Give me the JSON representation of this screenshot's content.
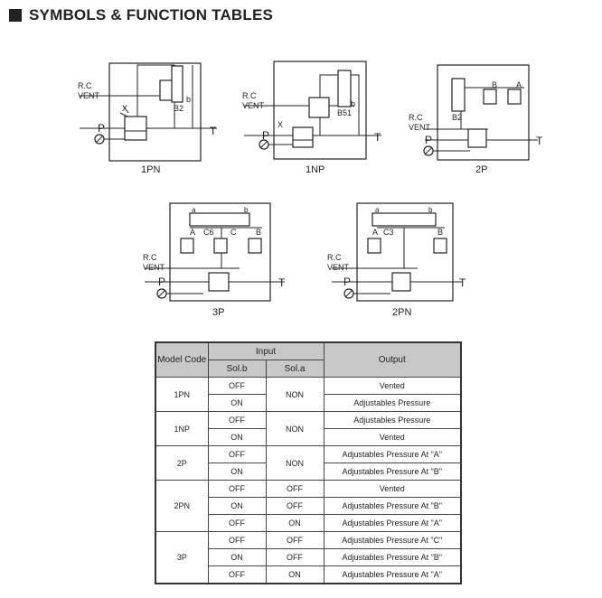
{
  "title": "SYMBOLS & FUNCTION TABLES",
  "diagrams": {
    "d1": {
      "name": "1PN",
      "rc": "R.C",
      "vent": "VENT",
      "p": "P",
      "t": "T",
      "sol": "B2",
      "b": "b"
    },
    "d2": {
      "name": "1NP",
      "rc": "R.C",
      "vent": "VENT",
      "p": "P",
      "t": "T",
      "sol": "B51",
      "b": "b"
    },
    "d3": {
      "name": "2P",
      "rc": "R.C",
      "vent": "VENT",
      "p": "P",
      "t": "T",
      "sol": "B2",
      "b": "B",
      "a": "A"
    },
    "d4": {
      "name": "3P",
      "rc": "R.C",
      "vent": "VENT",
      "p": "P",
      "t": "T",
      "sol": "C6",
      "a": "A",
      "c": "C",
      "b": "B",
      "sa": "a",
      "sb": "b"
    },
    "d5": {
      "name": "2PN",
      "rc": "R.C",
      "vent": "VENT",
      "p": "P",
      "t": "T",
      "sol": "C3",
      "a": "A",
      "b": "B",
      "sa": "a",
      "sb": "b"
    }
  },
  "table": {
    "h_model": "Model Code",
    "h_input": "Input",
    "h_solb": "Sol.b",
    "h_sola": "Sol.a",
    "h_output": "Output",
    "groups": [
      {
        "code": "1PN",
        "rows": [
          {
            "b": "OFF",
            "a": "NON",
            "o": "Vented"
          },
          {
            "b": "ON",
            "o": "Adjustables Pressure"
          }
        ]
      },
      {
        "code": "1NP",
        "rows": [
          {
            "b": "OFF",
            "a": "NON",
            "o": "Adjustables Pressure"
          },
          {
            "b": "ON",
            "o": "Vented"
          }
        ]
      },
      {
        "code": "2P",
        "rows": [
          {
            "b": "OFF",
            "a": "NON",
            "o": "Adjustables Pressure At \"A\""
          },
          {
            "b": "ON",
            "o": "Adjustables Pressure At \"B\""
          }
        ]
      },
      {
        "code": "2PN",
        "rows": [
          {
            "b": "OFF",
            "a": "OFF",
            "o": "Vented"
          },
          {
            "b": "ON",
            "a": "OFF",
            "o": "Adjustables Pressure At \"B\""
          },
          {
            "b": "OFF",
            "a": "ON",
            "o": "Adjustables Pressure At \"A\""
          }
        ]
      },
      {
        "code": "3P",
        "rows": [
          {
            "b": "OFF",
            "a": "OFF",
            "o": "Adjustables Pressure At \"C\""
          },
          {
            "b": "ON",
            "a": "OFF",
            "o": "Adjustables Pressure At \"B\""
          },
          {
            "b": "OFF",
            "a": "ON",
            "o": "Adjustables Pressure At \"A\""
          }
        ]
      }
    ]
  }
}
